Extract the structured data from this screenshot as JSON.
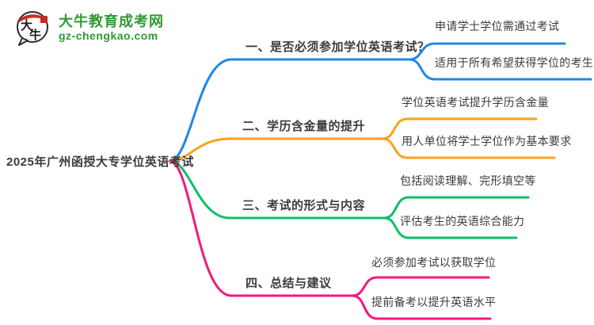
{
  "site": {
    "name": "大牛教育成考网",
    "domain": "gz-chengkao.com",
    "brand_color": "#2E9B33",
    "icon_chars": [
      "大",
      "牛"
    ]
  },
  "mindmap": {
    "root": "2025年广州函授大专学位英语考试",
    "branches": [
      {
        "label": "一、是否必须参加学位英语考试？",
        "color": "#1E88E5",
        "children": [
          "申请学士学位需通过考试",
          "适用于所有希望获得学位的考生"
        ]
      },
      {
        "label": "二、学历含金量的提升",
        "color": "#FAA21E",
        "children": [
          "学位英语考试提升学历含金量",
          "用人单位将学士学位作为基本要求"
        ]
      },
      {
        "label": "三、考试的形式与内容",
        "color": "#0DBF66",
        "children": [
          "包括阅读理解、完形填空等",
          "评估考生的英语综合能力"
        ]
      },
      {
        "label": "四、总结与建议",
        "color": "#F2197D",
        "children": [
          "必须参加考试以获取学位",
          "提前备考以提升英语水平"
        ]
      }
    ]
  }
}
